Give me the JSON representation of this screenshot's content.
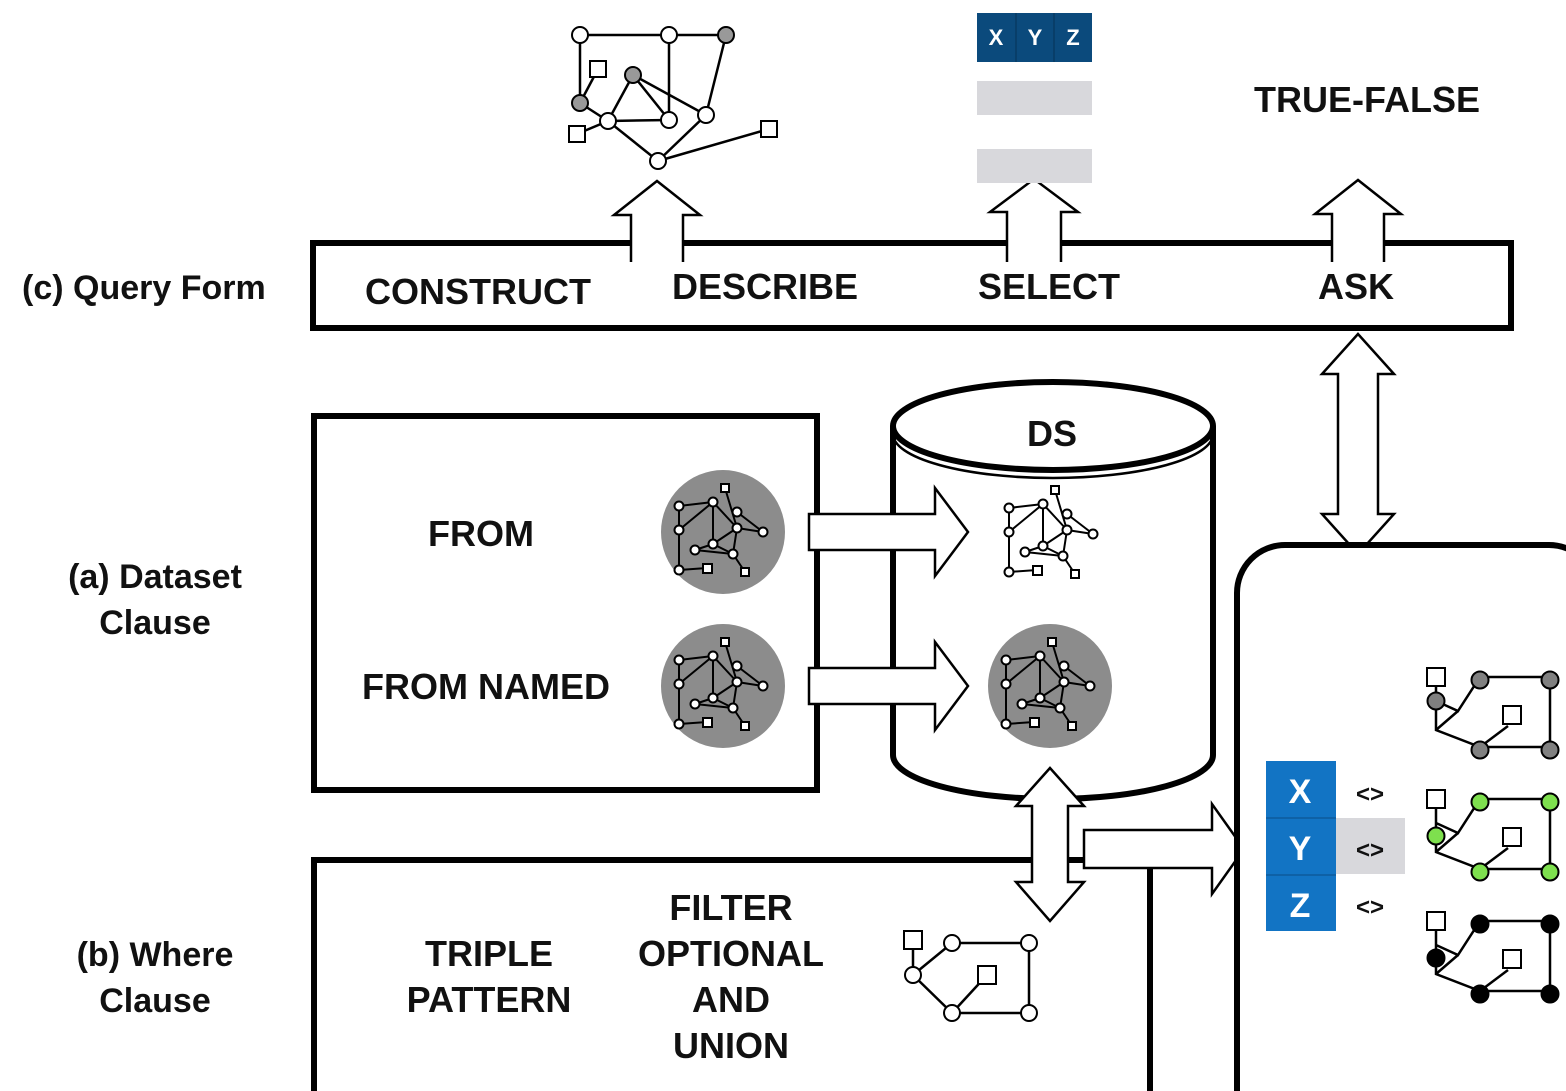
{
  "query_form": {
    "section_label": "(c) Query Form",
    "forms": [
      "CONSTRUCT",
      "DESCRIBE",
      "SELECT",
      "ASK"
    ],
    "ask_result": "TRUE-FALSE",
    "select_headers": [
      "X",
      "Y",
      "Z"
    ]
  },
  "dataset_clause": {
    "section_label": [
      "(a) Dataset",
      "Clause"
    ],
    "from_label": "FROM",
    "from_named_label": "FROM NAMED",
    "dataset_label": "DS"
  },
  "where_clause": {
    "section_label": [
      "(b) Where",
      "Clause"
    ],
    "triple_pattern": [
      "TRIPLE",
      "PATTERN"
    ],
    "modifiers": [
      "FILTER",
      "OPTIONAL",
      "AND",
      "UNION"
    ]
  },
  "bindings": {
    "variables": [
      "X",
      "Y",
      "Z"
    ],
    "operator": "<>",
    "row_colors": [
      "#808080",
      "#7ee04e",
      "#000000"
    ]
  },
  "colors": {
    "select_header": "#0b4a7c",
    "binding_table": "#1274c4",
    "gray_fill": "#d8d8dc",
    "graph_disc": "#8c8c8c"
  }
}
